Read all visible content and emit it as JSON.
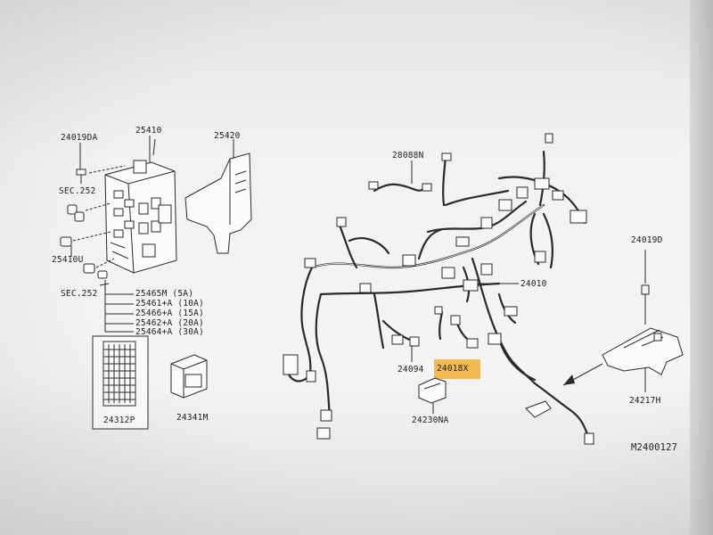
{
  "diagram": {
    "labels": {
      "p24019DA": "24019DA",
      "p25410": "25410",
      "p25420": "25420",
      "sec252_top": "SEC.252",
      "p25410U": "25410U",
      "sec252_bottom": "SEC.252",
      "fuse_5a": "25465M (5A)",
      "fuse_10a": "25461+A (10A)",
      "fuse_15a": "25466+A (15A)",
      "fuse_20a": "25462+A (20A)",
      "fuse_30a": "25464+A (30A)",
      "p24312P": "24312P",
      "p24341M": "24341M",
      "p28088N": "28088N",
      "p24010": "24010",
      "p24094": "24094",
      "p24018X": "24018X",
      "p24230NA": "24230NA",
      "p24019D": "24019D",
      "p24217H": "24217H",
      "figure_id": "M2400127"
    },
    "highlight_color": "#f3b43b"
  }
}
